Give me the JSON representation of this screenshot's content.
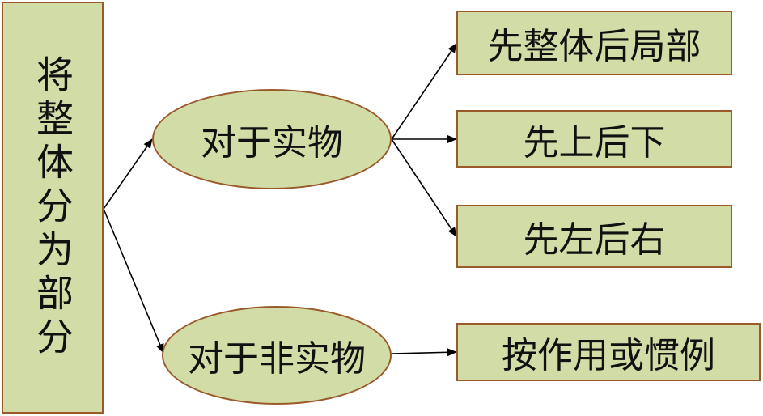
{
  "root": {
    "label": "将整体分为部分"
  },
  "branches": [
    {
      "label": "对于实物"
    },
    {
      "label": "对于非实物"
    }
  ],
  "leaves": [
    {
      "label": "先整体后局部"
    },
    {
      "label": "先上后下"
    },
    {
      "label": "先左后右"
    },
    {
      "label": "按作用或惯例"
    }
  ],
  "colors": {
    "node_fill": "#d2dca6",
    "node_border": "#9a5a2c",
    "edge": "#000000"
  }
}
